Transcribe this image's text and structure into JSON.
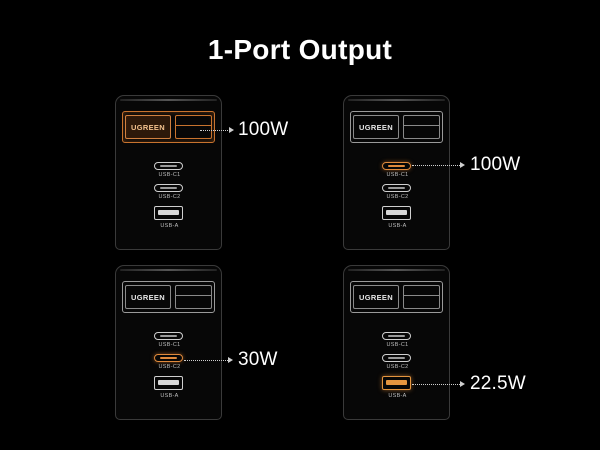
{
  "title": "1-Port Output",
  "brand": "UGREEN",
  "port_labels": {
    "c1": "USB-C1",
    "c2": "USB-C2",
    "a": "USB-A"
  },
  "accent_color": "#e08a3c",
  "panels": [
    {
      "active_port": "module",
      "wattage": "100W"
    },
    {
      "active_port": "USB-C1",
      "wattage": "100W"
    },
    {
      "active_port": "USB-C2",
      "wattage": "30W"
    },
    {
      "active_port": "USB-A",
      "wattage": "22.5W"
    }
  ]
}
